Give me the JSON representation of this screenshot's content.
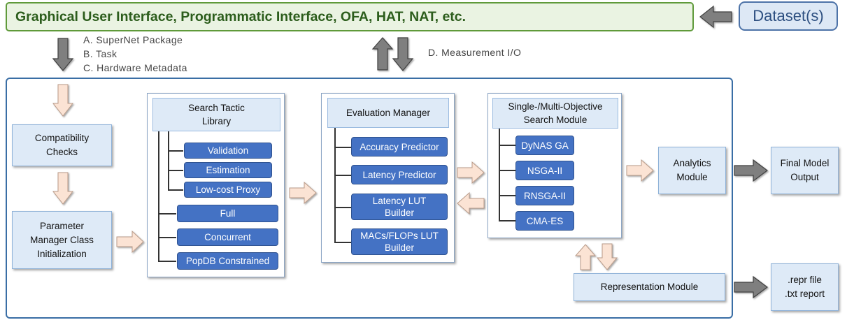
{
  "banner": {
    "title": "Graphical User Interface, Programmatic Interface, OFA, HAT, NAT, etc.",
    "dataset": "Dataset(s)"
  },
  "inputs": {
    "items": [
      "A. SuperNet Package",
      "B. Task",
      "C. Hardware Metadata"
    ],
    "measurement": "D. Measurement I/O"
  },
  "left": {
    "compatibility": "Compatibility Checks",
    "parameter_manager": "Parameter Manager Class Initialization"
  },
  "search_tactic": {
    "title": "Search Tactic Library",
    "sub_items": [
      "Validation",
      "Estimation",
      "Low-cost Proxy"
    ],
    "items": [
      "Full",
      "Concurrent",
      "PopDB Constrained"
    ]
  },
  "evaluation": {
    "title": "Evaluation Manager",
    "items": [
      "Accuracy Predictor",
      "Latency Predictor",
      "Latency LUT Builder",
      "MACs/FLOPs LUT Builder"
    ]
  },
  "search_module": {
    "title": "Single-/Multi-Objective Search Module",
    "items": [
      "DyNAS GA",
      "NSGA-II",
      "RNSGA-II",
      "CMA-ES"
    ]
  },
  "analytics": "Analytics Module",
  "representation": "Representation Module",
  "outputs": {
    "final_model": "Final Model Output",
    "report_lines": [
      ".repr file",
      ".txt report"
    ]
  }
}
